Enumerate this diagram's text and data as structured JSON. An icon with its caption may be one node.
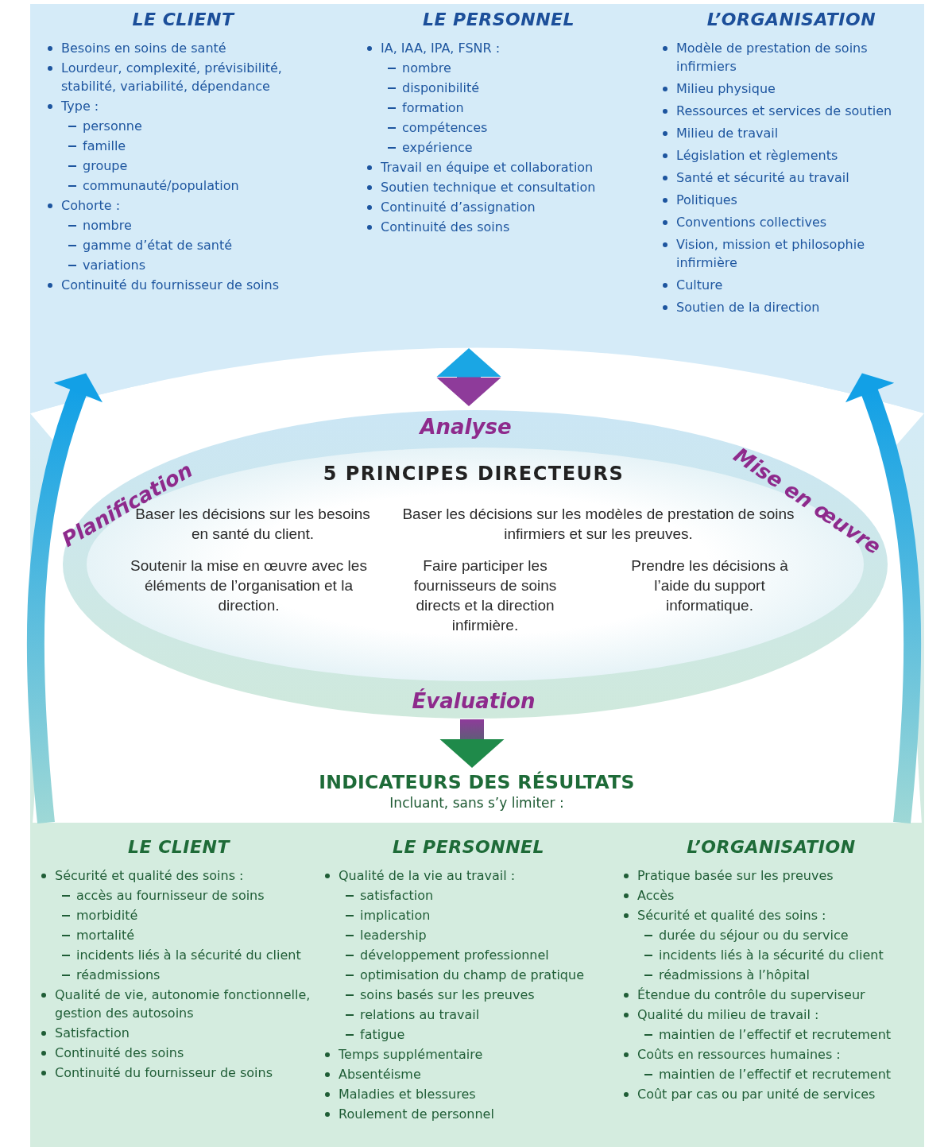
{
  "diagram": {
    "nodes": [
      {
        "text": [],
        "shape": "box"
      },
      {
        "text": [
          "LE CLIENT",
          "Besoins en soins de santé",
          "Lourdeur, complexité, prévisibilité, stabilité, variabilité, dépendance",
          "Type :",
          "personne",
          "famille",
          "groupe",
          "communauté/population",
          "Cohorte :",
          "nombre",
          "gamme d’état de santé",
          "variations",
          "Continuité du fournisseur de soins"
        ],
        "in": 0
      },
      {
        "text": [
          "LE PERSONNEL",
          "IA, IAA, IPA, FSNR :",
          "nombre",
          "disponibilité",
          "formation",
          "compétences",
          "expérience",
          "Travail en équipe et collaboration",
          "Soutien technique et consultation",
          "Continuité d’assignation",
          "Continuité des soins"
        ],
        "in": 0
      },
      {
        "text": [
          "L’ORGANISATION",
          "Modèle de prestation de soins infirmiers",
          "Milieu physique",
          "Ressources et services de soutien",
          "Milieu de travail",
          "Législation et règlements",
          "Santé et sécurité au travail",
          "Politiques",
          "Conventions collectives",
          "Vision, mission et philosophie infirmière",
          "Culture",
          "Soutien de la direction"
        ],
        "in": 0
      },
      {
        "text": [
          "Analyse",
          "Planification",
          "Mise en œuvre",
          "Évaluation"
        ]
      },
      {
        "text": [
          "5 PRINCIPES DIRECTEURS",
          "Baser les décisions sur les besoins en santé du client.",
          "Baser les décisions sur les modèles de prestation de soins infirmiers et sur les preuves.",
          "Soutenir la mise en œuvre avec les éléments de l’organisation et la direction.",
          "Faire participer les fournisseurs de soins directs et la direction infirmière.",
          "Prendre les décisions à l’aide du support informatique."
        ],
        "in": 4
      },
      {
        "text": [
          "INDICATEURS DES RÉSULTATS",
          "Incluant, sans s’y limiter :"
        ]
      },
      {
        "text": [],
        "shape": "box"
      },
      {
        "text": [
          "LE CLIENT",
          "Sécurité et qualité des soins :",
          "accès au fournisseur de soins",
          "morbidité",
          "mortalité",
          "incidents liés à la sécurité du client",
          "réadmissions",
          "Qualité de vie, autonomie fonctionnelle, gestion des autosoins",
          "Satisfaction",
          "Continuité des soins",
          "Continuité du fournisseur de soins"
        ],
        "in": 7
      },
      {
        "text": [
          "LE PERSONNEL",
          "Qualité de la vie au travail :",
          "satisfaction",
          "implication",
          "leadership",
          "développement professionnel",
          "optimisation du champ de pratique",
          "soins basés sur les preuves",
          "relations au travail",
          "fatigue",
          "Temps supplémentaire",
          "Absentéisme",
          "Maladies et blessures",
          "Roulement de personnel"
        ],
        "in": 7
      },
      {
        "text": [
          "L’ORGANISATION",
          "Pratique basée sur les preuves",
          "Accès",
          "Sécurité et qualité des soins :",
          "durée du séjour ou du service",
          "incidents liés à la sécurité du client",
          "réadmissions à l’hôpital",
          "Étendue du contrôle du superviseur",
          "Qualité du milieu de travail :",
          "maintien de l’effectif et recrutement",
          "Coûts en ressources humaines :",
          "maintien de l’effectif et recrutement",
          "Coût par cas ou par unité de services"
        ],
        "in": 7
      }
    ],
    "edges": [
      {
        "from": 0,
        "to": 4,
        "arrow": "both",
        "style": "thick"
      },
      {
        "from": 4,
        "to": 6,
        "arrow": "to",
        "style": "thick"
      },
      {
        "from": 7,
        "to": 0,
        "arrow": "to",
        "style": "thick"
      },
      {
        "from": 7,
        "to": 0,
        "arrow": "to",
        "style": "thick"
      }
    ]
  }
}
